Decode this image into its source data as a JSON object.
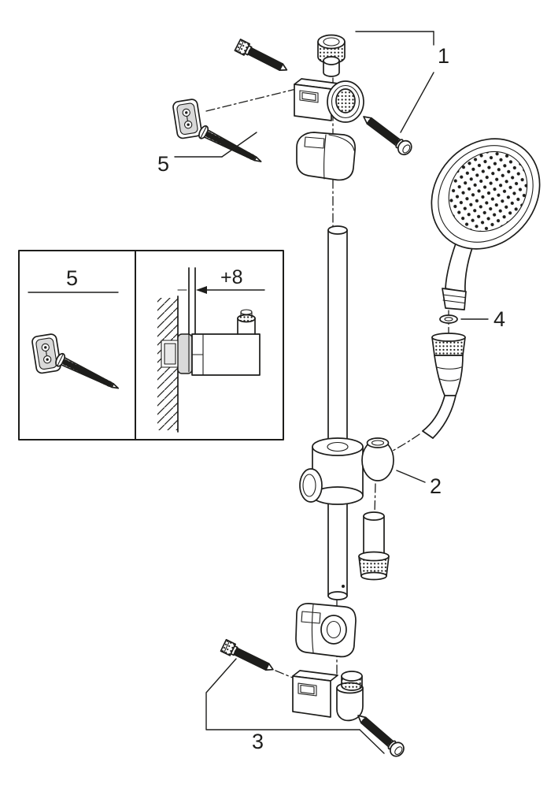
{
  "diagram": {
    "subject": "shower rail set exploded assembly diagram",
    "colors": {
      "line": "#1d1d1b",
      "background": "#ffffff",
      "gray": "#d9d9d9"
    },
    "callouts": {
      "c1": "1",
      "c2": "2",
      "c3": "3",
      "c4": "4",
      "c5": "5"
    },
    "inset": {
      "c5": "5",
      "dim": "+8"
    }
  }
}
